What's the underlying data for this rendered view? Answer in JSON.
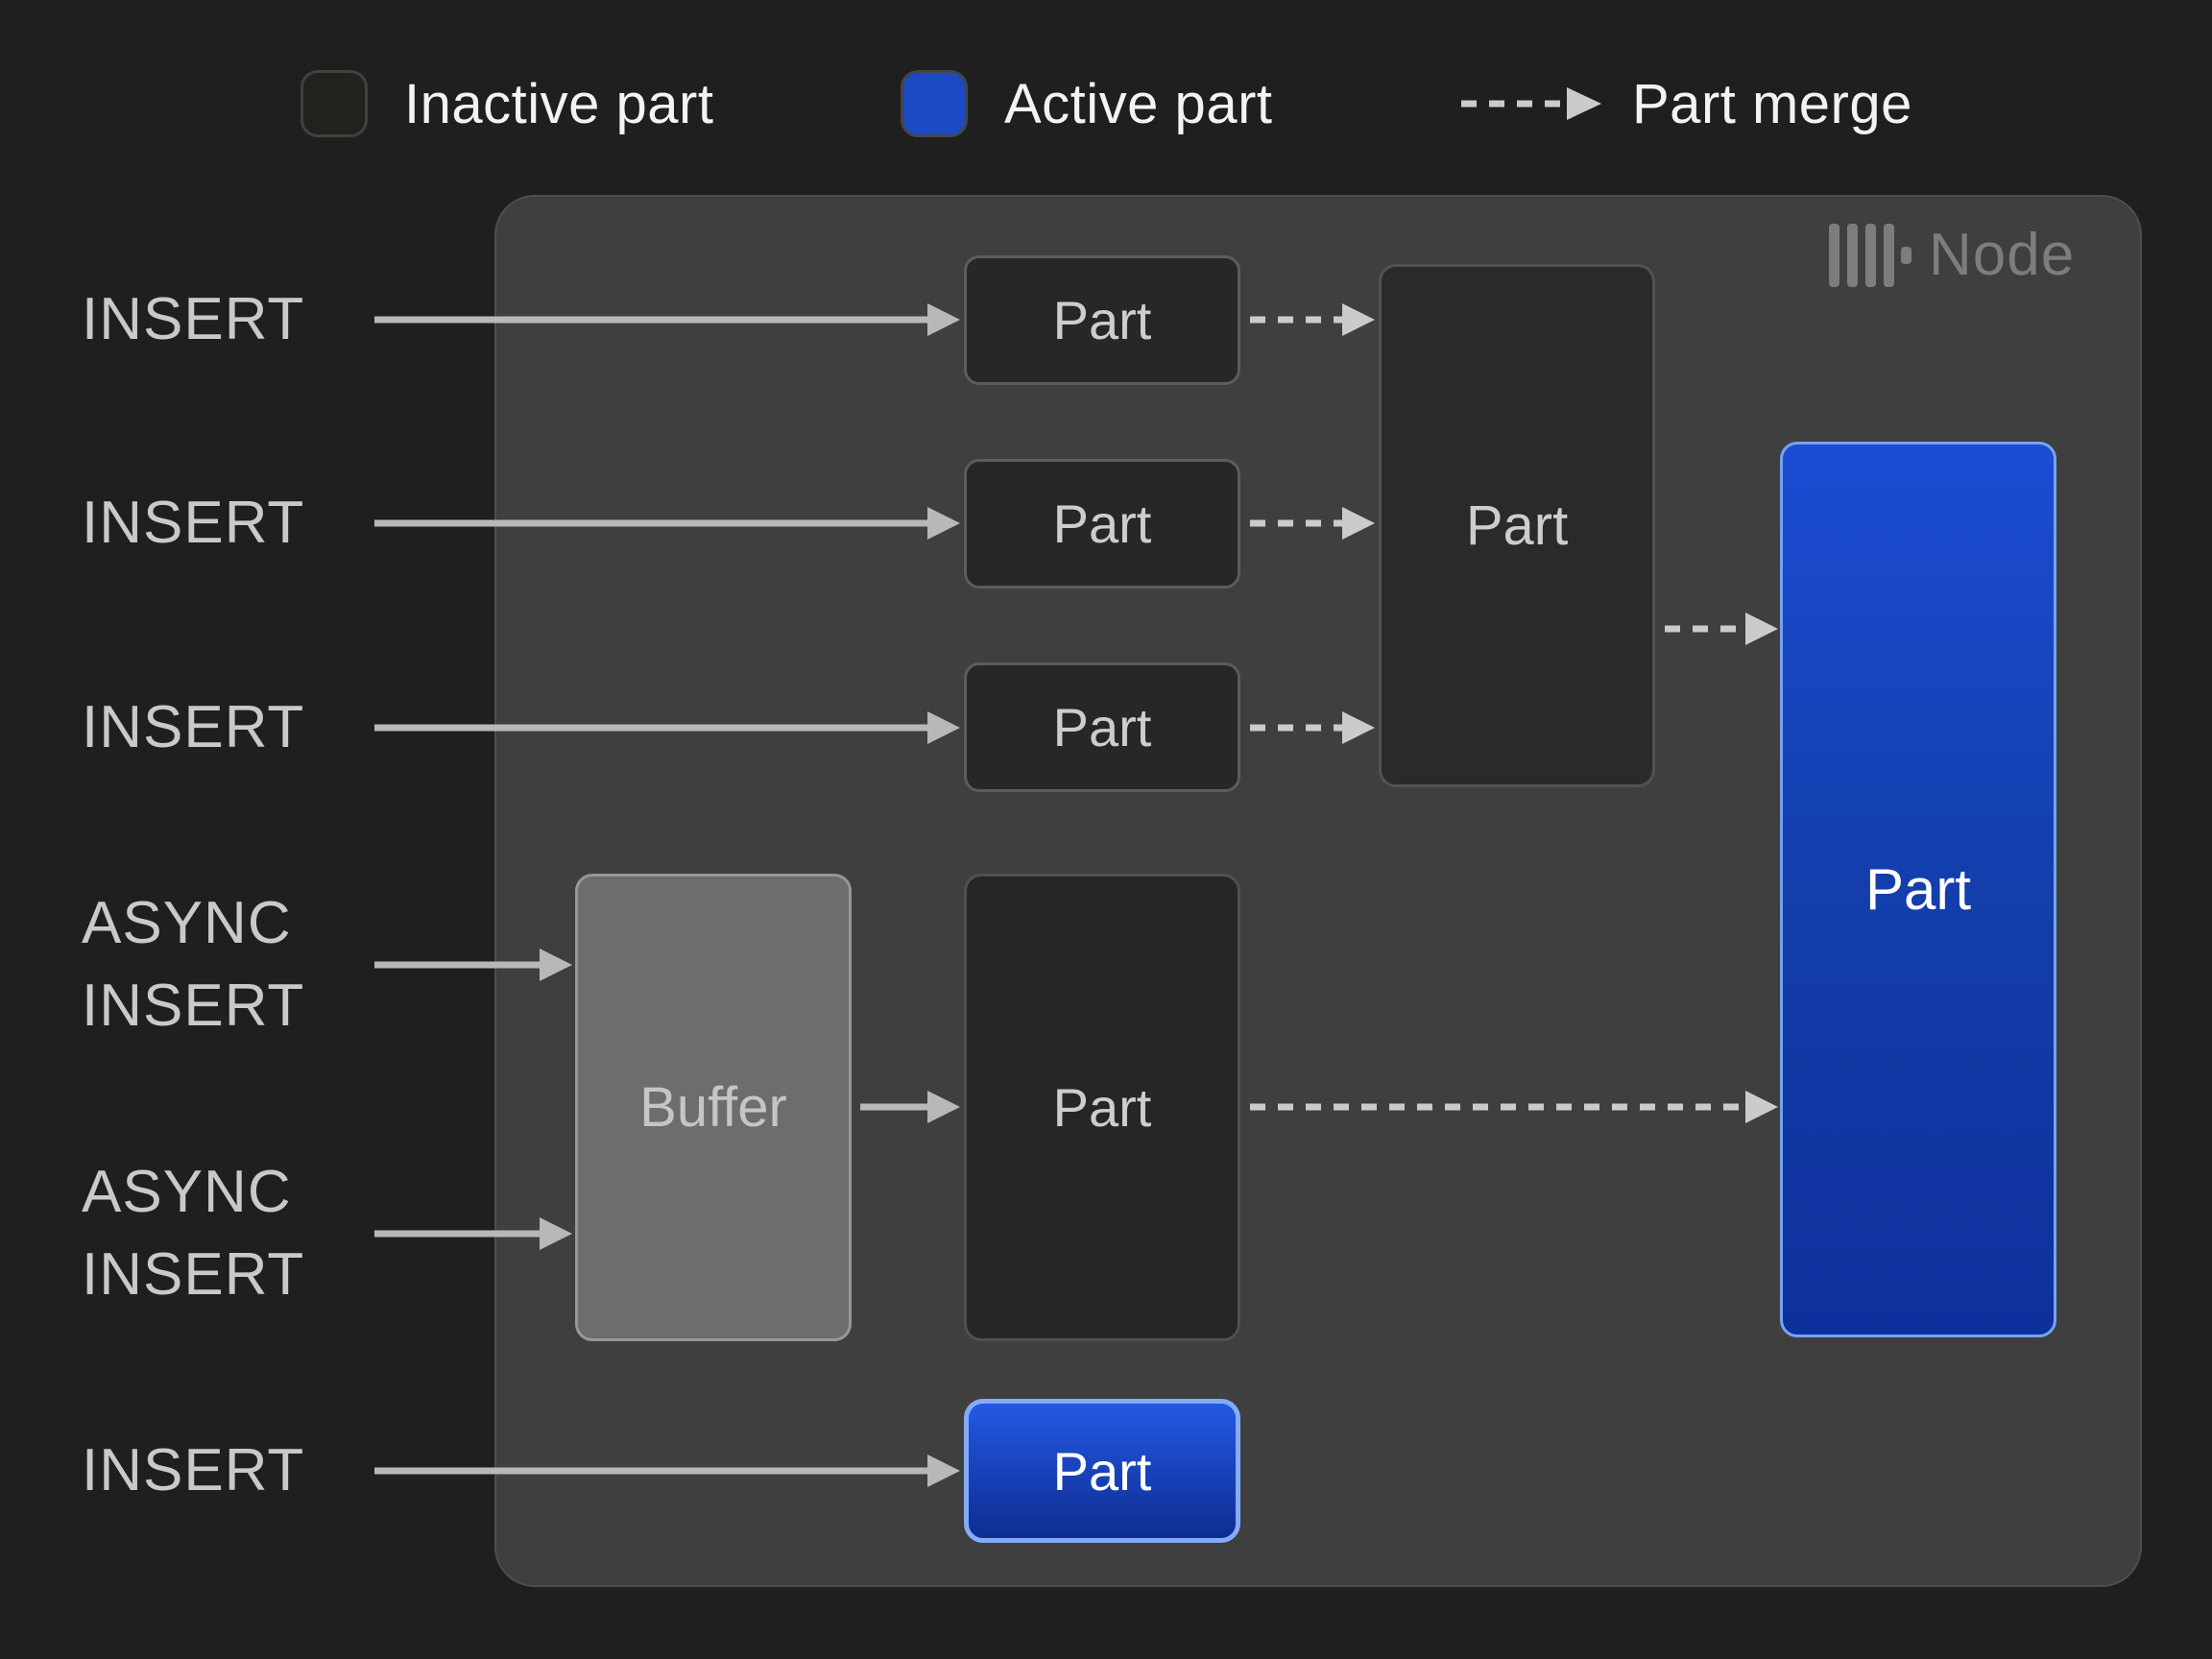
{
  "legend": {
    "inactive_label": "Inactive part",
    "active_label": "Active part",
    "merge_label": "Part merge"
  },
  "node": {
    "title": "Node"
  },
  "left_labels": {
    "insert_1": "INSERT",
    "insert_2": "INSERT",
    "insert_3": "INSERT",
    "async_insert_1": "ASYNC\nINSERT",
    "async_insert_2": "ASYNC\nINSERT",
    "insert_bottom": "INSERT"
  },
  "boxes": {
    "part_small_1": "Part",
    "part_small_2": "Part",
    "part_small_3": "Part",
    "part_merge_target": "Part",
    "part_active": "Part",
    "buffer": "Buffer",
    "part_from_buffer": "Part",
    "part_bottom_active": "Part"
  },
  "colors": {
    "background": "#1f1f20",
    "node_fill": "#3f3f3f",
    "node_border": "#4e4e4e",
    "inactive_part_fill": "#272727",
    "inactive_part_border": "#5c5c5c",
    "active_blue_top": "#1b4cd3",
    "active_blue_bottom": "#0e309d",
    "active_border": "#76a3f2",
    "buffer_fill": "#6d6d6d",
    "buffer_border": "#979797",
    "arrow_solid": "#b8b8b8",
    "arrow_dashed": "#cbcbcb",
    "label_gray": "#c9c9c9",
    "node_title_gray": "#7d7d7d",
    "legend_text": "#f3f3f3"
  }
}
